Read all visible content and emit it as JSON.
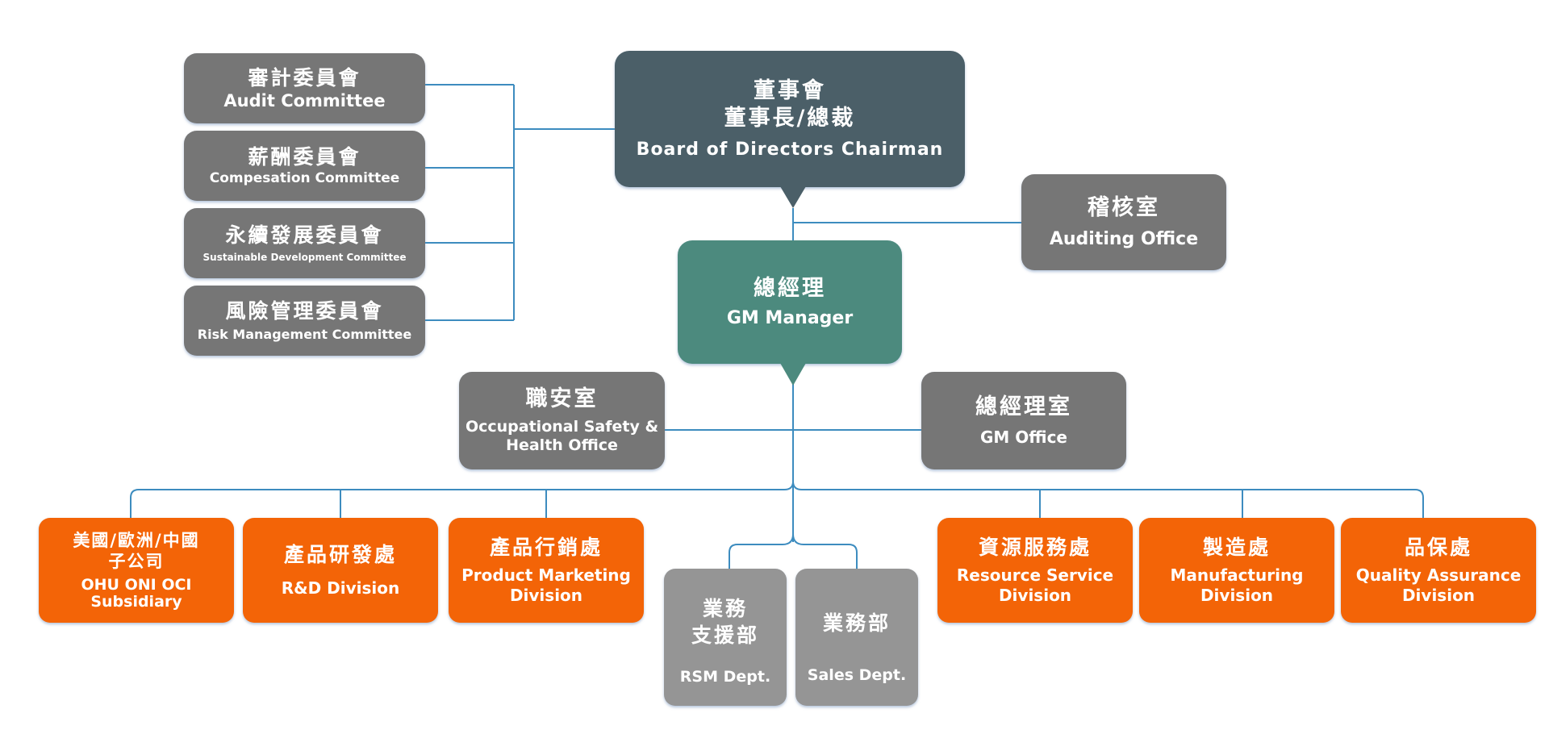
{
  "colors": {
    "connector": "#3d8cbf",
    "committee_gray": "#767676",
    "sales_gray": "#959595",
    "board_dark": "#4b5f68",
    "gm_teal": "#4c8a7e",
    "division_orange": "#f36407"
  },
  "committees": [
    {
      "zh": "審計委員會",
      "en": "Audit Committee"
    },
    {
      "zh": "薪酬委員會",
      "en": "Compesation Committee"
    },
    {
      "zh": "永續發展委員會",
      "en": "Sustainable Development Committee"
    },
    {
      "zh": "風險管理委員會",
      "en": "Risk Management Committee"
    }
  ],
  "board": {
    "zh1": "董事會",
    "zh2": "董事長/總裁",
    "en": "Board of Directors Chairman"
  },
  "auditing": {
    "zh": "稽核室",
    "en": "Auditing Office"
  },
  "gm": {
    "zh": "總經理",
    "en": "GM Manager"
  },
  "safety": {
    "zh": "職安室",
    "en": "Occupational Safety & Health Office"
  },
  "gm_office": {
    "zh": "總經理室",
    "en": "GM Office"
  },
  "divisions_left": [
    {
      "zh": "美國/歐洲/中國\n子公司",
      "en": "OHU ONI OCI\nSubsidiary"
    },
    {
      "zh": "產品研發處",
      "en": "R&D Division"
    },
    {
      "zh": "產品行銷處",
      "en": "Product Marketing\nDivision"
    }
  ],
  "sales_depts": [
    {
      "zh": "業務\n支援部",
      "en": "RSM Dept."
    },
    {
      "zh": "業務部",
      "en": "Sales Dept."
    }
  ],
  "divisions_right": [
    {
      "zh": "資源服務處",
      "en": "Resource Service\nDivision"
    },
    {
      "zh": "製造處",
      "en": "Manufacturing\nDivision"
    },
    {
      "zh": "品保處",
      "en": "Quality Assurance\nDivision"
    }
  ]
}
